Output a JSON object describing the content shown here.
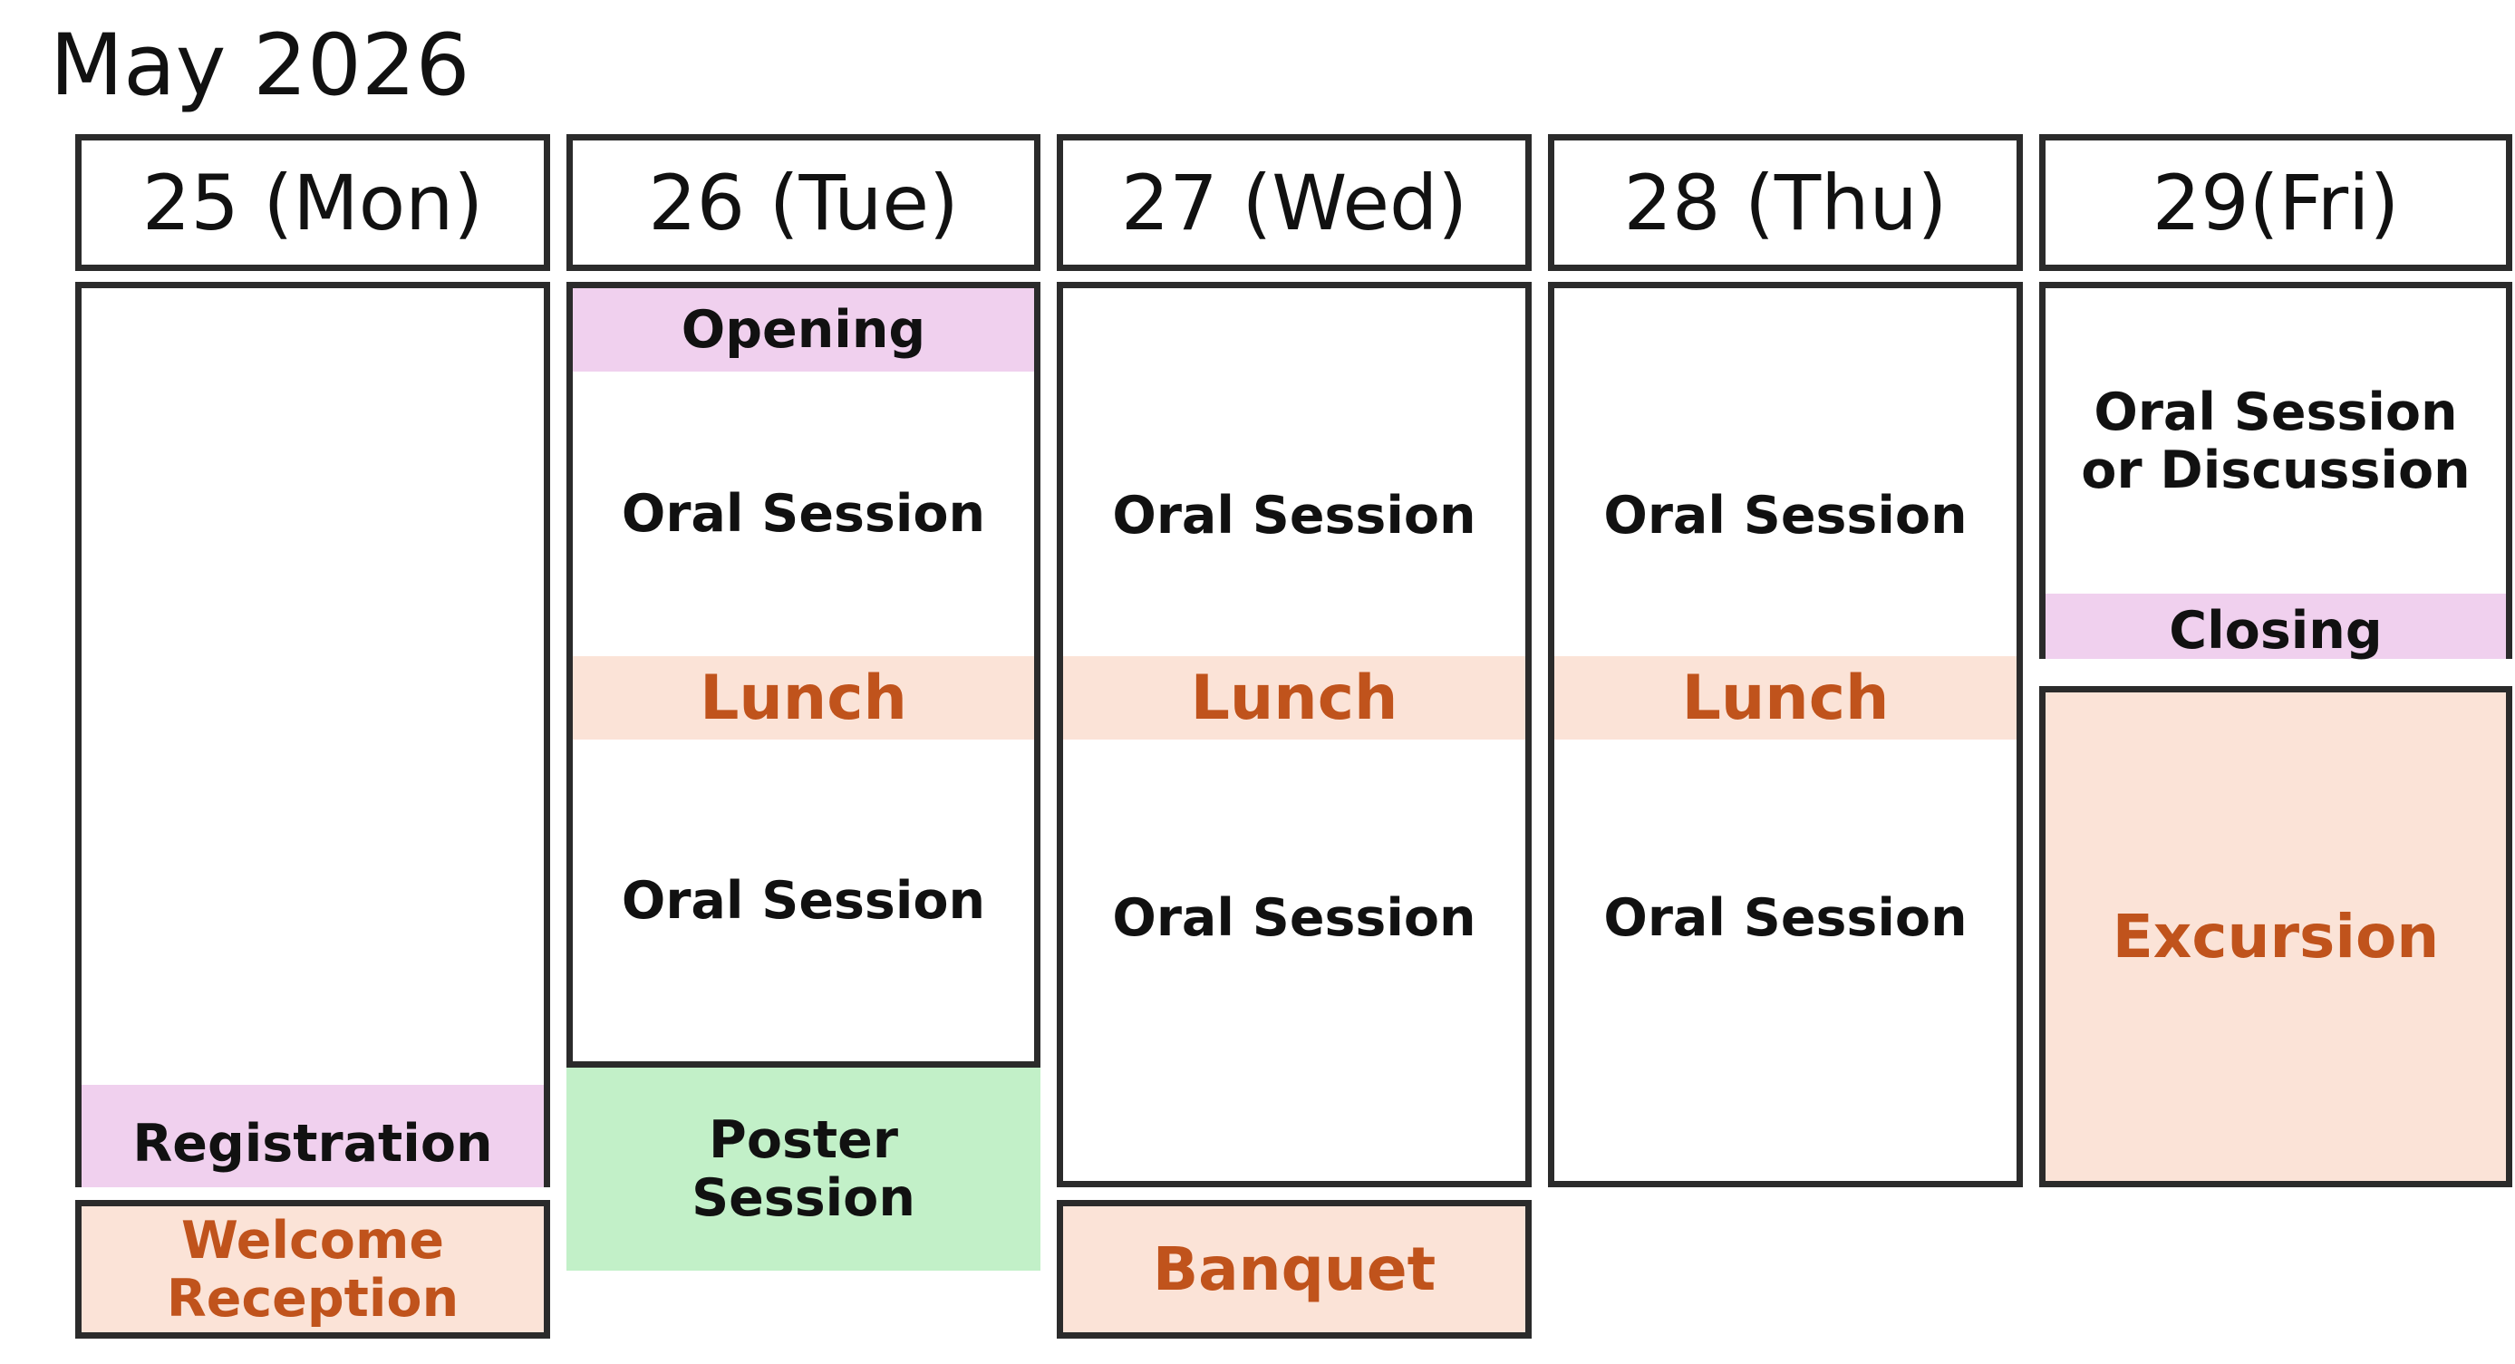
{
  "title": "May 2026",
  "days": [
    {
      "label": "25 (Mon)"
    },
    {
      "label": "26 (Tue)"
    },
    {
      "label": "27 (Wed)"
    },
    {
      "label": "28 (Thu)"
    },
    {
      "label": "29(Fri)"
    }
  ],
  "events": {
    "mon_registration": "Registration",
    "mon_welcome_line1": "Welcome",
    "mon_welcome_line2": "Reception",
    "tue_opening": "Opening",
    "tue_oral_am": "Oral Session",
    "tue_lunch": "Lunch",
    "tue_oral_pm": "Oral Session",
    "tue_poster_line1": "Poster",
    "tue_poster_line2": "Session",
    "wed_oral_am": "Oral Session",
    "wed_lunch": "Lunch",
    "wed_oral_pm": "Oral Session",
    "wed_banquet": "Banquet",
    "thu_oral_am": "Oral Session",
    "thu_lunch": "Lunch",
    "thu_oral_pm": "Oral Session",
    "fri_oral_line1": "Oral Session",
    "fri_oral_line2": "or Discussion",
    "fri_closing": "Closing",
    "fri_excursion": "Excursion"
  },
  "colors": {
    "pink": "#f0d0ee",
    "peach": "#fbe3d7",
    "green": "#c2f0c8",
    "orange_text": "#c0531c",
    "border": "#2b2b2b"
  }
}
